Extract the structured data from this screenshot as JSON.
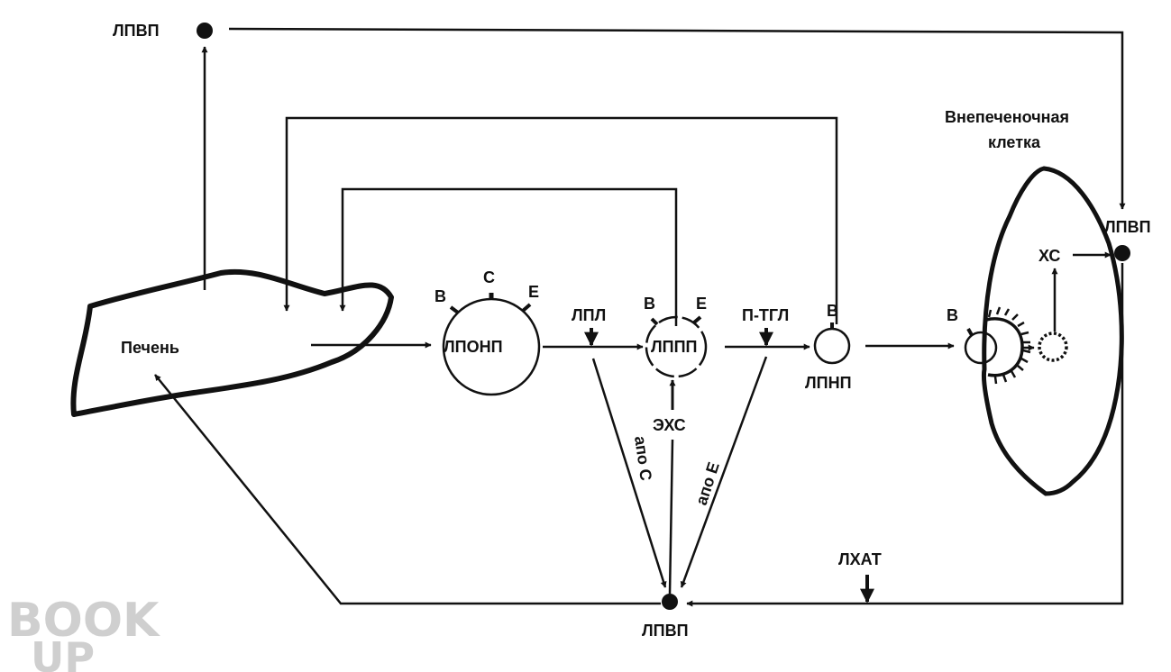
{
  "labels": {
    "hdl_top": "ЛПВП",
    "hdl_right": "ЛПВП",
    "hdl_bottom": "ЛПВП",
    "liver": "Печень",
    "vldl": "ЛПОНП",
    "idl": "ЛППП",
    "ldl": "ЛПНП",
    "lpl": "ЛПЛ",
    "htgl": "П-ТГЛ",
    "lcat": "ЛХАТ",
    "ech": "ЭХС",
    "xc": "ХС",
    "apo_c": "апо С",
    "apo_e": "апо Е",
    "cell_line1": "Внепеченочная",
    "cell_line2": "клетка",
    "vldl_apo_b": "B",
    "vldl_apo_c": "C",
    "vldl_apo_e": "E",
    "idl_apo_b": "B",
    "idl_apo_e": "E",
    "ldl_apo_b": "B",
    "receptor_apo_b": "B"
  },
  "watermark": {
    "line1": "BOOK",
    "line2": "UP"
  },
  "colors": {
    "ink": "#111111",
    "watermark": "#cfcfcf",
    "background": "#ffffff"
  }
}
